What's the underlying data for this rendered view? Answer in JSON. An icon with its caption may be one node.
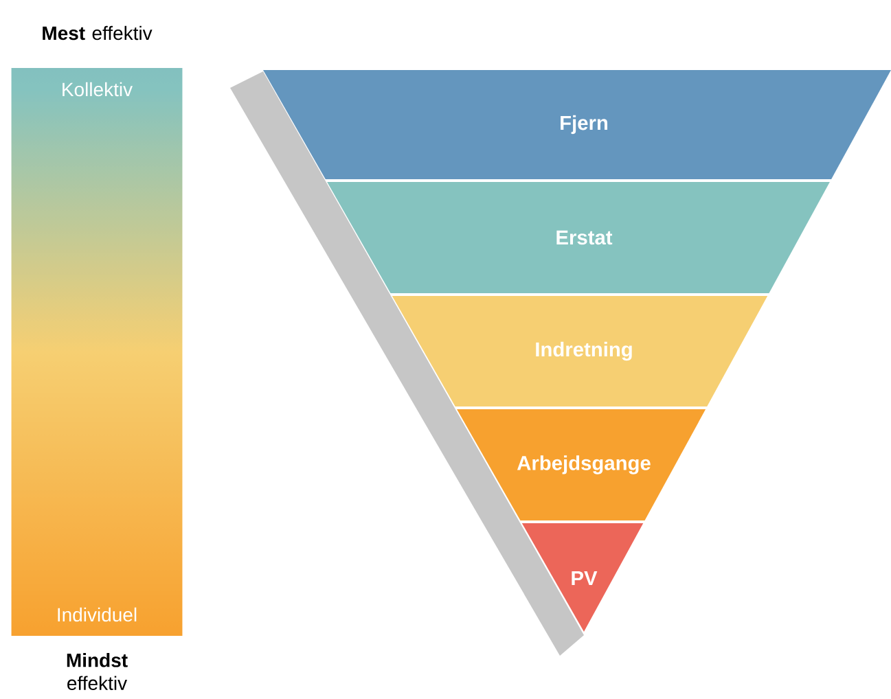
{
  "diagram": {
    "nodes": [
      {
        "text": [
          "Kollektiv",
          "Individuel"
        ]
      },
      {
        "text": [
          "Fjern"
        ]
      },
      {
        "text": [
          "Erstat"
        ]
      },
      {
        "text": [
          "Indretning"
        ]
      },
      {
        "text": [
          "Arbejdsgange"
        ]
      },
      {
        "text": [
          "PV"
        ]
      }
    ],
    "edges": [],
    "labels": [
      "**Mest** effektiv",
      "**Mindst** effektiv"
    ]
  }
}
